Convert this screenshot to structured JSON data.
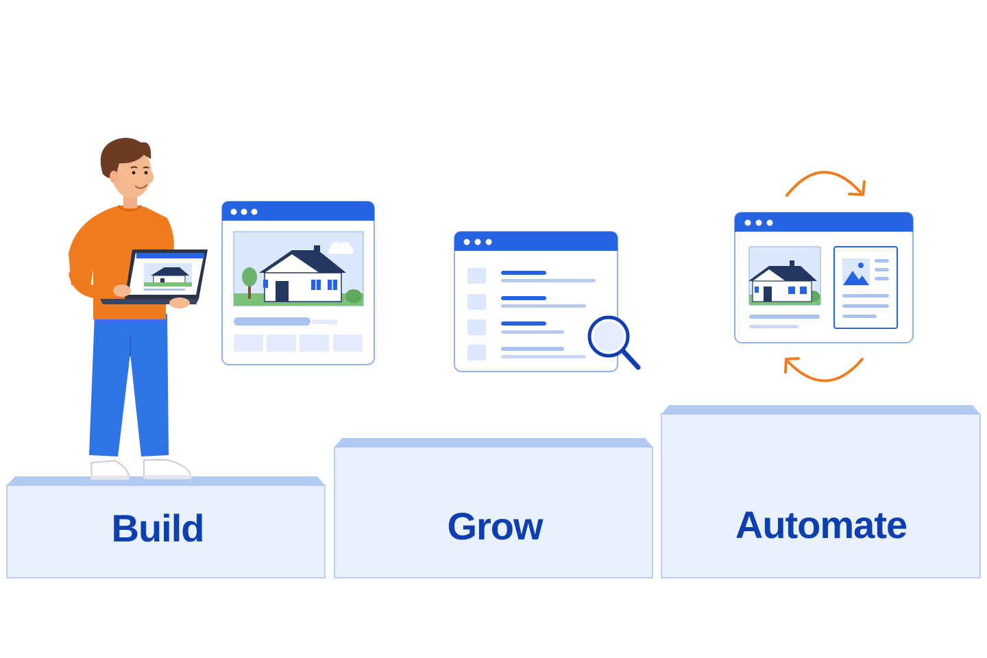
{
  "colors": {
    "primary_blue": "#1a4fd8",
    "dark_blue_text": "#0e3fb0",
    "light_blue": "#e8f0fd",
    "mid_blue": "#a9c3f1",
    "accent_orange": "#f07c20",
    "navy": "#233760",
    "green": "#67b26a"
  },
  "steps": [
    {
      "label": "Build"
    },
    {
      "label": "Grow"
    },
    {
      "label": "Automate"
    }
  ],
  "icons": {
    "build": "house-listing-window-icon",
    "grow": "search-results-window-icon",
    "automate": "sync-arrows-icon"
  }
}
